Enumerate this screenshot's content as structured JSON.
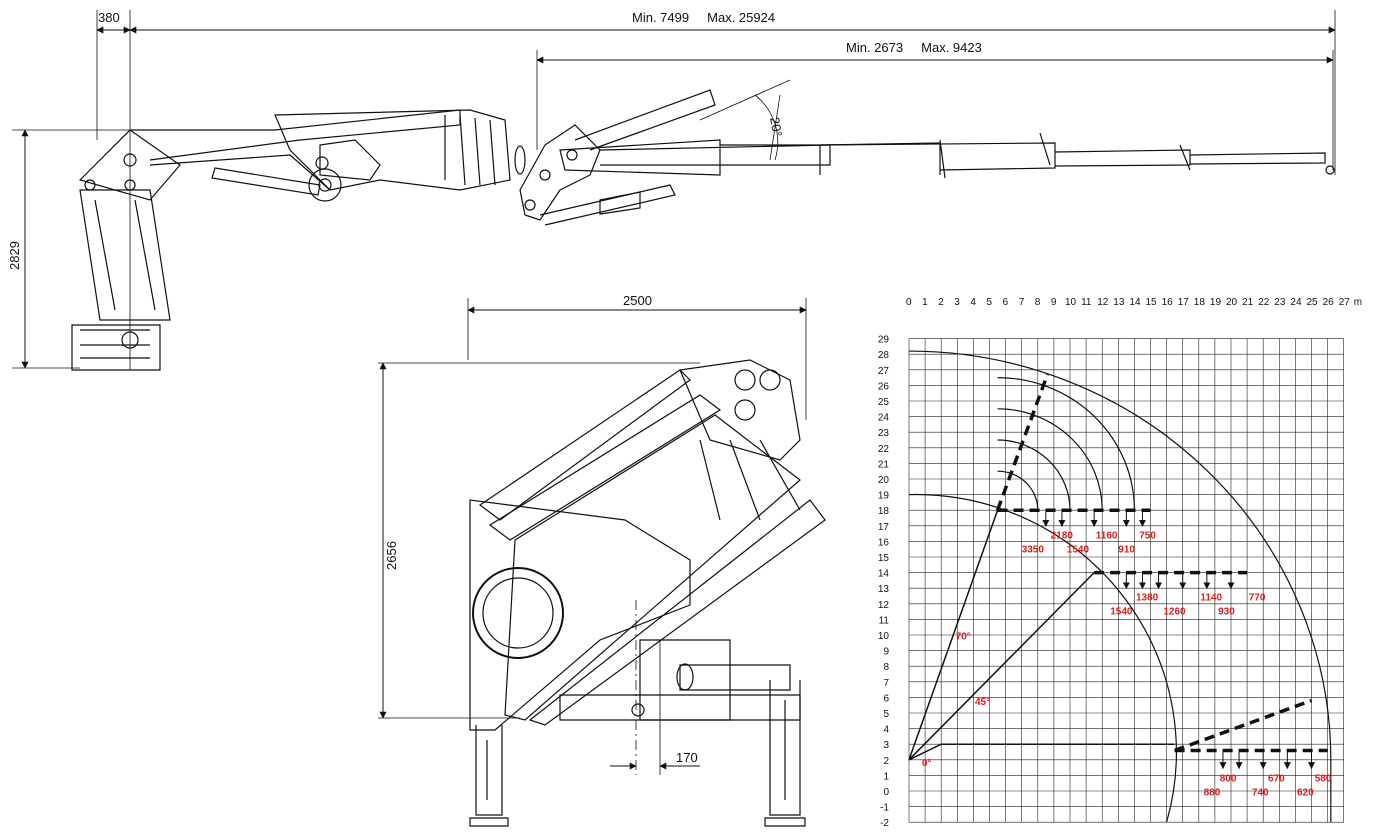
{
  "colors": {
    "ink": "#111111",
    "load_text": "#d8201f",
    "grid": "#222222"
  },
  "side_view": {
    "dim_380": "380",
    "dim_total": "Min. 7499     Max. 25924",
    "dim_extension": "Min. 2673     Max. 9423",
    "dim_height": "2829",
    "angle_label": "20°"
  },
  "front_view": {
    "dim_width": "2500",
    "dim_height": "2656",
    "dim_offset": "170"
  },
  "load_chart": {
    "x_ticks": [
      "0",
      "1",
      "2",
      "3",
      "4",
      "5",
      "6",
      "7",
      "8",
      "9",
      "10",
      "11",
      "12",
      "13",
      "14",
      "15",
      "16",
      "17",
      "18",
      "19",
      "20",
      "21",
      "22",
      "23",
      "24",
      "25",
      "26",
      "27"
    ],
    "x_unit": "m",
    "y_ticks": [
      "29",
      "28",
      "27",
      "26",
      "25",
      "24",
      "23",
      "22",
      "21",
      "20",
      "19",
      "18",
      "17",
      "16",
      "15",
      "14",
      "13",
      "12",
      "11",
      "10",
      "9",
      "8",
      "7",
      "6",
      "5",
      "4",
      "3",
      "2",
      "1",
      "0",
      "-1",
      "-2"
    ],
    "angles": [
      "70°",
      "45°",
      "0°"
    ],
    "loads_70_top": [
      "2180",
      "1160",
      "750"
    ],
    "loads_70_bottom": [
      "3350",
      "1540",
      "910"
    ],
    "loads_45_top": [
      "1380",
      "1140",
      "770"
    ],
    "loads_45_bottom": [
      "1540",
      "1260",
      "930"
    ],
    "loads_0_top": [
      "800",
      "670",
      "580"
    ],
    "loads_0_bottom": [
      "880",
      "740",
      "620"
    ]
  }
}
